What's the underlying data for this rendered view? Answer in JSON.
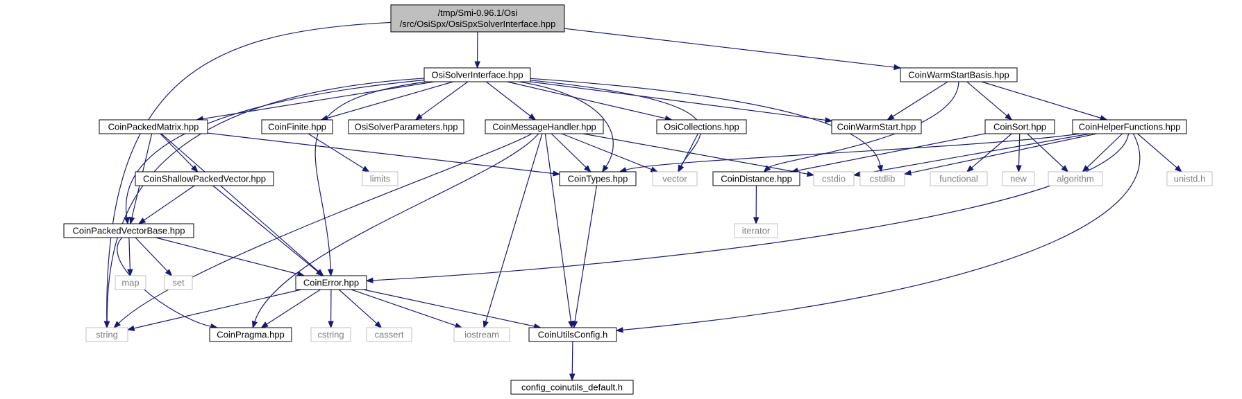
{
  "colors": {
    "edge": "#191970",
    "root_fill": "#bfbfbf",
    "system_stroke": "#bfbfbf",
    "system_text": "#7f7f7f"
  },
  "nodes": [
    {
      "id": "root",
      "kind": "root",
      "lines": [
        "/tmp/Smi-0.96.1/Osi",
        "/src/OsiSpx/OsiSpxSolverInterface.hpp"
      ]
    },
    {
      "id": "osisolverinterface",
      "kind": "local",
      "lines": [
        "OsiSolverInterface.hpp"
      ]
    },
    {
      "id": "coinwarmstartbasis",
      "kind": "local",
      "lines": [
        "CoinWarmStartBasis.hpp"
      ]
    },
    {
      "id": "coinpackedmatrix",
      "kind": "local",
      "lines": [
        "CoinPackedMatrix.hpp"
      ]
    },
    {
      "id": "coinfinite",
      "kind": "local",
      "lines": [
        "CoinFinite.hpp"
      ]
    },
    {
      "id": "osisolverparameters",
      "kind": "local",
      "lines": [
        "OsiSolverParameters.hpp"
      ]
    },
    {
      "id": "coinmessagehandler",
      "kind": "local",
      "lines": [
        "CoinMessageHandler.hpp"
      ]
    },
    {
      "id": "osicollections",
      "kind": "local",
      "lines": [
        "OsiCollections.hpp"
      ]
    },
    {
      "id": "coinwarmstart",
      "kind": "local",
      "lines": [
        "CoinWarmStart.hpp"
      ]
    },
    {
      "id": "coinsort",
      "kind": "local",
      "lines": [
        "CoinSort.hpp"
      ]
    },
    {
      "id": "coinhelperfunctions",
      "kind": "local",
      "lines": [
        "CoinHelperFunctions.hpp"
      ]
    },
    {
      "id": "coinshallowpackedvector",
      "kind": "local",
      "lines": [
        "CoinShallowPackedVector.hpp"
      ]
    },
    {
      "id": "limits",
      "kind": "sys",
      "lines": [
        "limits"
      ]
    },
    {
      "id": "cointypes",
      "kind": "local",
      "lines": [
        "CoinTypes.hpp"
      ]
    },
    {
      "id": "vector",
      "kind": "sys",
      "lines": [
        "vector"
      ]
    },
    {
      "id": "coindistance",
      "kind": "local",
      "lines": [
        "CoinDistance.hpp"
      ]
    },
    {
      "id": "cstdio",
      "kind": "sys",
      "lines": [
        "cstdio"
      ]
    },
    {
      "id": "cstdlib",
      "kind": "sys",
      "lines": [
        "cstdlib"
      ]
    },
    {
      "id": "functional",
      "kind": "sys",
      "lines": [
        "functional"
      ]
    },
    {
      "id": "new",
      "kind": "sys",
      "lines": [
        "new"
      ]
    },
    {
      "id": "algorithm",
      "kind": "sys",
      "lines": [
        "algorithm"
      ]
    },
    {
      "id": "unistd",
      "kind": "sys",
      "lines": [
        "unistd.h"
      ]
    },
    {
      "id": "coinpackedvectorbase",
      "kind": "local",
      "lines": [
        "CoinPackedVectorBase.hpp"
      ]
    },
    {
      "id": "iterator",
      "kind": "sys",
      "lines": [
        "iterator"
      ]
    },
    {
      "id": "map",
      "kind": "sys",
      "lines": [
        "map"
      ]
    },
    {
      "id": "set",
      "kind": "sys",
      "lines": [
        "set"
      ]
    },
    {
      "id": "coinerror",
      "kind": "local",
      "lines": [
        "CoinError.hpp"
      ]
    },
    {
      "id": "string",
      "kind": "sys",
      "lines": [
        "string"
      ]
    },
    {
      "id": "coinpragma",
      "kind": "local",
      "lines": [
        "CoinPragma.hpp"
      ]
    },
    {
      "id": "cstring",
      "kind": "sys",
      "lines": [
        "cstring"
      ]
    },
    {
      "id": "cassert",
      "kind": "sys",
      "lines": [
        "cassert"
      ]
    },
    {
      "id": "iostream",
      "kind": "sys",
      "lines": [
        "iostream"
      ]
    },
    {
      "id": "coinutilsconfig",
      "kind": "local",
      "lines": [
        "CoinUtilsConfig.h"
      ]
    },
    {
      "id": "config_coinutils_default",
      "kind": "local",
      "lines": [
        "config_coinutils_default.h"
      ]
    }
  ],
  "edges": [
    [
      "root",
      "osisolverinterface"
    ],
    [
      "root",
      "coinwarmstartbasis"
    ],
    [
      "root",
      "string"
    ],
    [
      "osisolverinterface",
      "coinpackedmatrix"
    ],
    [
      "osisolverinterface",
      "coinfinite"
    ],
    [
      "osisolverinterface",
      "osisolverparameters"
    ],
    [
      "osisolverinterface",
      "coinmessagehandler"
    ],
    [
      "osisolverinterface",
      "osicollections"
    ],
    [
      "osisolverinterface",
      "coinwarmstart"
    ],
    [
      "osisolverinterface",
      "cointypes"
    ],
    [
      "osisolverinterface",
      "vector"
    ],
    [
      "osisolverinterface",
      "cstdlib"
    ],
    [
      "osisolverinterface",
      "coinpackedvectorbase"
    ],
    [
      "osisolverinterface",
      "coinerror"
    ],
    [
      "osisolverinterface",
      "string"
    ],
    [
      "coinwarmstartbasis",
      "coinwarmstart"
    ],
    [
      "coinwarmstartbasis",
      "coinsort"
    ],
    [
      "coinwarmstartbasis",
      "coinhelperfunctions"
    ],
    [
      "coinwarmstartbasis",
      "coindistance"
    ],
    [
      "coinpackedmatrix",
      "coinshallowpackedvector"
    ],
    [
      "coinpackedmatrix",
      "coinpackedvectorbase"
    ],
    [
      "coinpackedmatrix",
      "coinerror"
    ],
    [
      "coinpackedmatrix",
      "cointypes"
    ],
    [
      "coinfinite",
      "limits"
    ],
    [
      "coinmessagehandler",
      "cointypes"
    ],
    [
      "coinmessagehandler",
      "vector"
    ],
    [
      "coinmessagehandler",
      "cstdio"
    ],
    [
      "coinmessagehandler",
      "string"
    ],
    [
      "coinmessagehandler",
      "coinpragma"
    ],
    [
      "coinmessagehandler",
      "iostream"
    ],
    [
      "coinmessagehandler",
      "coinutilsconfig"
    ],
    [
      "osicollections",
      "vector"
    ],
    [
      "coinsort",
      "functional"
    ],
    [
      "coinsort",
      "new"
    ],
    [
      "coinsort",
      "algorithm"
    ],
    [
      "coinsort",
      "coindistance"
    ],
    [
      "coinhelperfunctions",
      "cstdio"
    ],
    [
      "coinhelperfunctions",
      "cstdlib"
    ],
    [
      "coinhelperfunctions",
      "algorithm"
    ],
    [
      "coinhelperfunctions",
      "unistd"
    ],
    [
      "coinhelperfunctions",
      "cointypes"
    ],
    [
      "coinhelperfunctions",
      "coinerror"
    ],
    [
      "coinhelperfunctions",
      "coinutilsconfig"
    ],
    [
      "coinshallowpackedvector",
      "coinpackedvectorbase"
    ],
    [
      "coinshallowpackedvector",
      "coinerror"
    ],
    [
      "cointypes",
      "coinutilsconfig"
    ],
    [
      "coindistance",
      "iterator"
    ],
    [
      "coinpackedvectorbase",
      "map"
    ],
    [
      "coinpackedvectorbase",
      "set"
    ],
    [
      "coinpackedvectorbase",
      "coinerror"
    ],
    [
      "coinpackedvectorbase",
      "coinpragma"
    ],
    [
      "coinerror",
      "string"
    ],
    [
      "coinerror",
      "coinpragma"
    ],
    [
      "coinerror",
      "cstring"
    ],
    [
      "coinerror",
      "cassert"
    ],
    [
      "coinerror",
      "iostream"
    ],
    [
      "coinerror",
      "coinutilsconfig"
    ],
    [
      "coinutilsconfig",
      "config_coinutils_default"
    ]
  ]
}
